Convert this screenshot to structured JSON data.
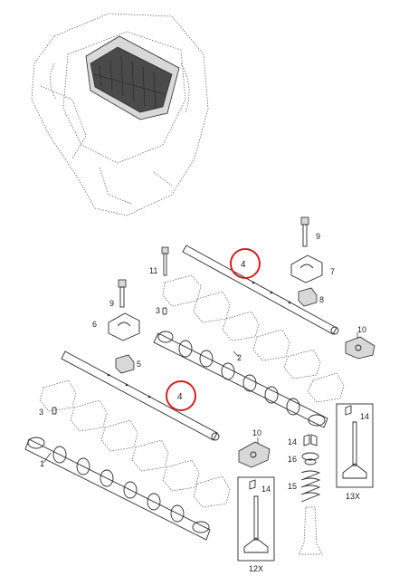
{
  "callouts": {
    "c1": "1",
    "c2": "2",
    "c3a": "3",
    "c3b": "3",
    "c4a": "4",
    "c4b": "4",
    "c5": "5",
    "c6": "6",
    "c7": "7",
    "c8": "8",
    "c9a": "9",
    "c9b": "9",
    "c10a": "10",
    "c10b": "10",
    "c11": "11",
    "c12x": "12X",
    "c13x": "13X",
    "c14a": "14",
    "c14b": "14",
    "c14c": "14",
    "c15": "15",
    "c16": "16"
  },
  "colors": {
    "highlight_ring": "#d81e1e",
    "line_art": "#2a2a2a"
  }
}
